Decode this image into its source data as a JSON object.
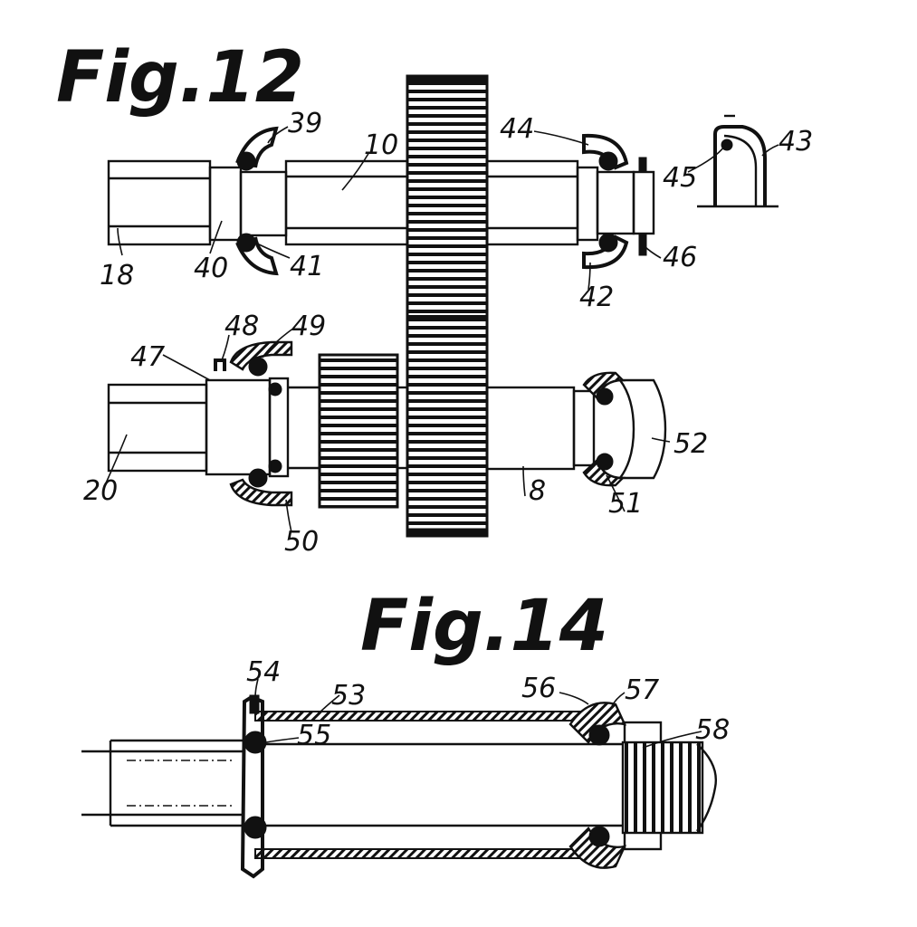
{
  "figures": [
    {
      "title": "Fig.12",
      "refs": {
        "r39": "39",
        "r10": "10",
        "r44": "44",
        "r43": "43",
        "r45": "45",
        "r18": "18",
        "r40": "40",
        "r41": "41",
        "r42": "42",
        "r46": "46",
        "r48": "48",
        "r49": "49",
        "r47": "47",
        "r20": "20",
        "r50": "50",
        "r8": "8",
        "r51": "51",
        "r52": "52"
      }
    },
    {
      "title": "Fig.14",
      "refs": {
        "r54": "54",
        "r53": "53",
        "r55": "55",
        "r56": "56",
        "r57": "57",
        "r58": "58"
      }
    }
  ]
}
